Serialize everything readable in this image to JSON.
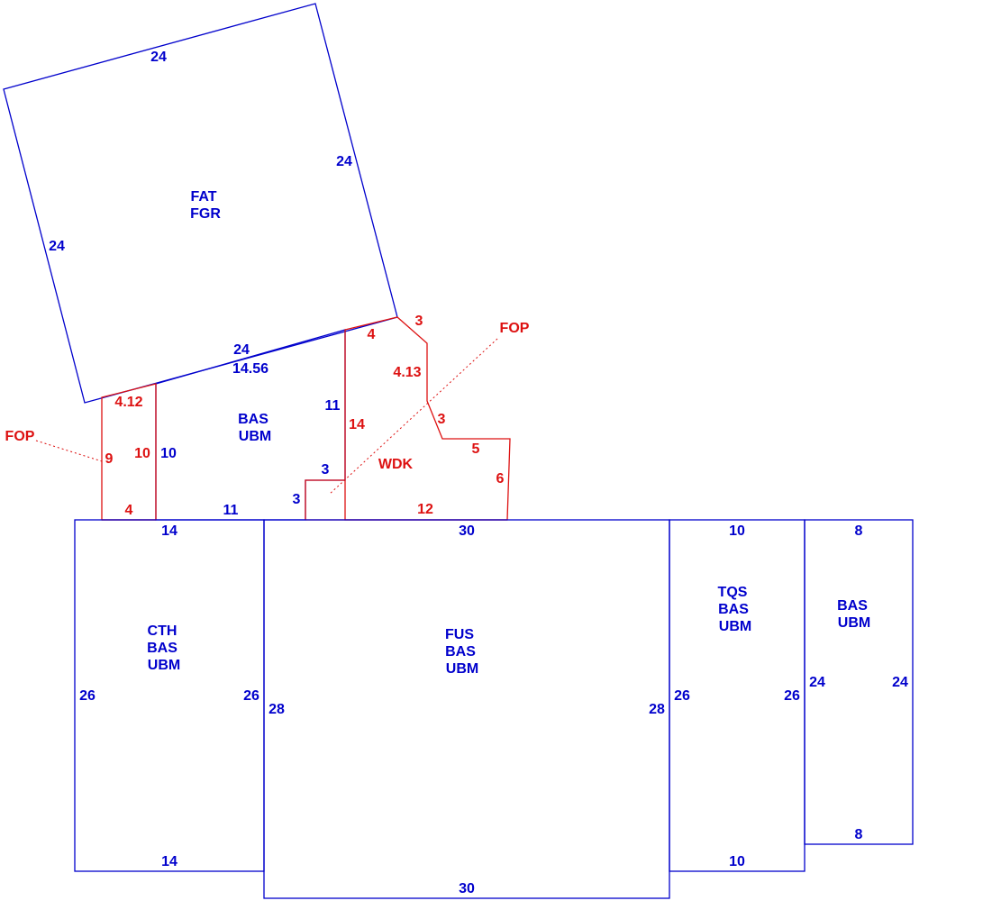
{
  "colors": {
    "main_outline": "#0000cc",
    "addition_outline": "#dd1111",
    "background": "#ffffff"
  },
  "areas": {
    "fat": {
      "code1": "FAT",
      "code2": "FGR",
      "dims": [
        "24",
        "24",
        "24",
        "24"
      ]
    },
    "bas_upper": {
      "code1": "BAS",
      "code2": "UBM",
      "dims": [
        "14.56",
        "10",
        "11",
        "11",
        "3",
        "3"
      ]
    },
    "fop_left": {
      "label": "FOP",
      "dims": [
        "4.12",
        "9",
        "10",
        "4"
      ]
    },
    "wdk": {
      "label": "WDK",
      "dims": [
        "3",
        "4",
        "4.13",
        "14",
        "3",
        "5",
        "6",
        "12"
      ]
    },
    "fop_right": {
      "label": "FOP"
    },
    "cth": {
      "code1": "CTH",
      "code2": "BAS",
      "code3": "UBM",
      "dims": [
        "14",
        "26",
        "26",
        "14"
      ]
    },
    "fus": {
      "code1": "FUS",
      "code2": "BAS",
      "code3": "UBM",
      "dims": [
        "30",
        "28",
        "28",
        "30"
      ]
    },
    "tqs": {
      "code1": "TQS",
      "code2": "BAS",
      "code3": "UBM",
      "dims": [
        "10",
        "26",
        "26",
        "10"
      ]
    },
    "bas_right": {
      "code1": "BAS",
      "code2": "UBM",
      "dims": [
        "8",
        "24",
        "24",
        "8"
      ]
    }
  }
}
